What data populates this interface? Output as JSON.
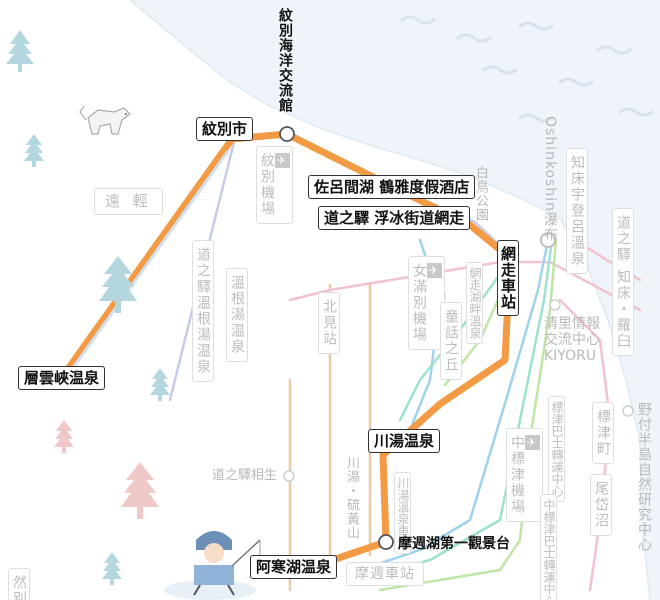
{
  "labels": {
    "mombetsu_marine": "紋別海洋交流館",
    "mombetsu_city": "紋別市",
    "saroma": "佐呂間湖 鶴雅度假酒店",
    "michinoeki_ryuhyo": "道之驛 浮冰街道網走",
    "abashiri_station": "網走車站",
    "sounkyo": "層雲峽温泉",
    "kawayu": "川湯温泉",
    "masyuko_observatory": "摩週湖第一觀景台",
    "akanko": "阿寒湖温泉"
  },
  "background_labels": {
    "engaru": "遠 輕",
    "mombetsu_airport": "紋別機場",
    "michinoeki_onneyu": "道之驛溫根湯温泉",
    "onneyu": "溫根湯温泉",
    "kitami": "北見站",
    "memanbetsu_airport": "女滿別機場",
    "dowa_hill": "童話之丘",
    "abashiri_lake_onsen": "網走湖畔溫泉",
    "shirotori": "白鳥公園",
    "oshinkoshin": "Oshinkoshin瀑布",
    "utoro": "知床宇登呂溫泉",
    "shiretoko_rausu": "道之驛 知床・羅臼",
    "kiyoru_zh": "清里情報交流中心",
    "kiyoru_en": "KIYORU",
    "shibetsu_bus": "標津巴士轉運中心",
    "shibetsu_town": "標津町",
    "nakashibetsu_airport": "中標津機場",
    "nakashibetsu_bus": "中標津巴士轉運中心",
    "odaito": "尾岱沼",
    "notsuke": "野付半島自然研究中心",
    "michinoeki_aioi": "道之驛相生",
    "kawayu_io": "川湯・硫黃山",
    "kawayu_station": "川湯溫泉車站",
    "mashu_station": "摩週車站",
    "partial_left": "然別"
  },
  "icons": {
    "airport": "airplane-icon",
    "fox": "fox-illustration",
    "fisher": "ice-fisher-illustration",
    "tree": "pine-tree-icon",
    "station": "station-circle-icon"
  },
  "colors": {
    "route": "#f39a45",
    "sea": "#eef4f9",
    "wave": "#d7e4ef",
    "line_blue": "#9fd2ee",
    "line_teal": "#9ce2cf",
    "line_green": "#bfe6a6",
    "line_pink": "#f2c2cf",
    "line_tan": "#e9cba6",
    "line_lavender": "#c8c9ee",
    "tree_teal": "#b4d7df",
    "tree_pink": "#efc8c8",
    "label_border": "#333333"
  }
}
